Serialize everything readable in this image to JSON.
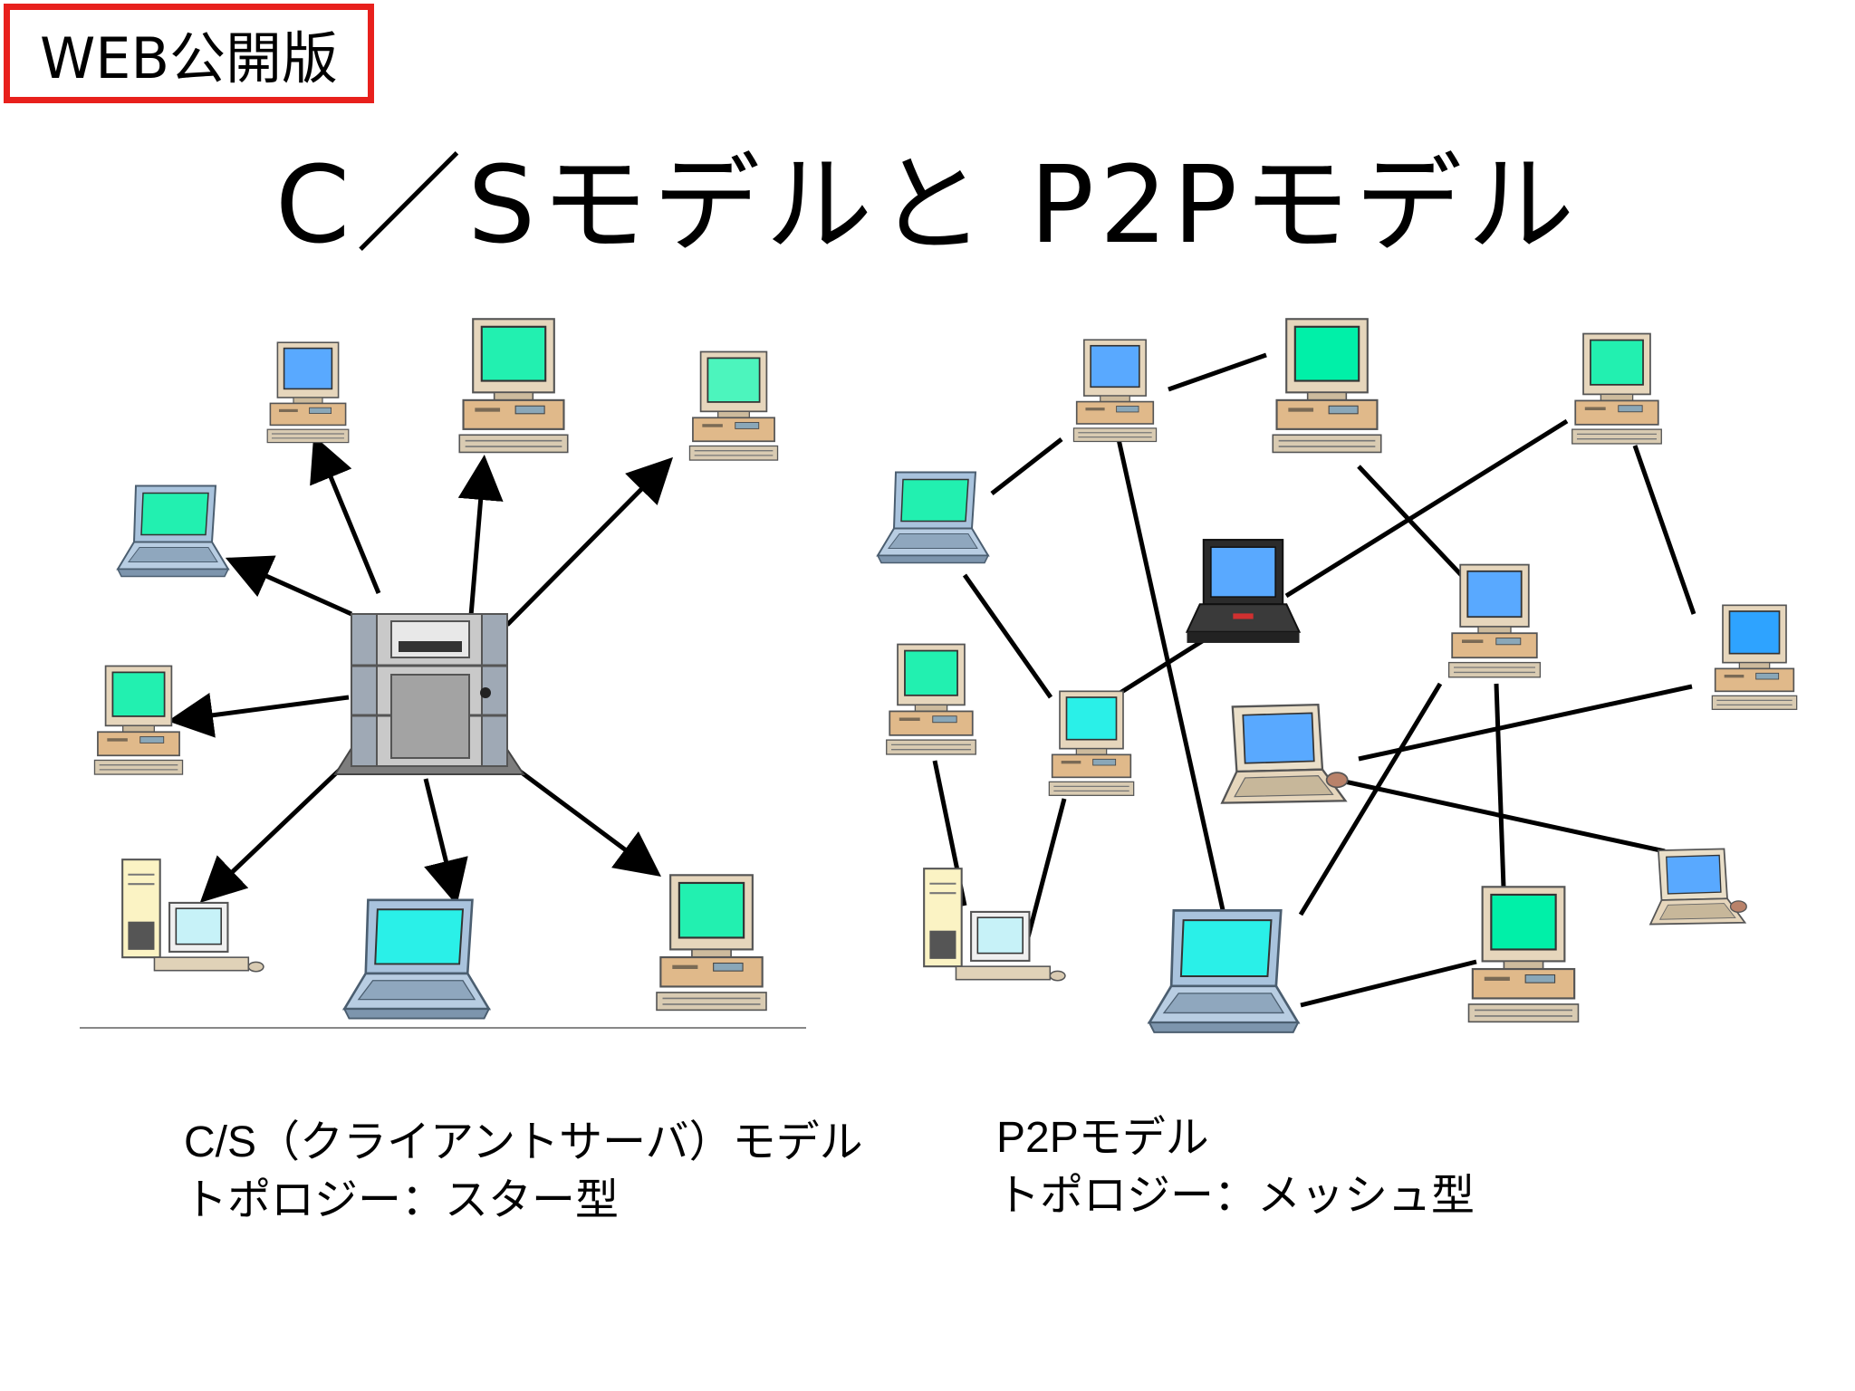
{
  "badge": {
    "text": "WEB公開版"
  },
  "title": "C／Sモデルと P2Pモデル",
  "captions": {
    "cs": {
      "line1": "C/S（クライアントサーバ）モデル",
      "line2": "トポロジー：スター型"
    },
    "p2p": {
      "line1": "P2Pモデル",
      "line2": "トポロジー：メッシュ型"
    }
  },
  "colors": {
    "badge_border": "#e8201c",
    "screen_blue": "#59a9ff",
    "screen_green": "#22f0b0",
    "screen_cyan": "#2af0e8",
    "monitor_beige": "#e6d6bc",
    "case_tan": "#e0b98a",
    "laptop_blue": "#a9c3dd",
    "server_gray": "#a6a6a6"
  },
  "icons": {
    "server": "server-tower-icon",
    "desktop": "desktop-computer-icon",
    "laptop": "laptop-computer-icon",
    "tower": "tower-pc-icon"
  }
}
